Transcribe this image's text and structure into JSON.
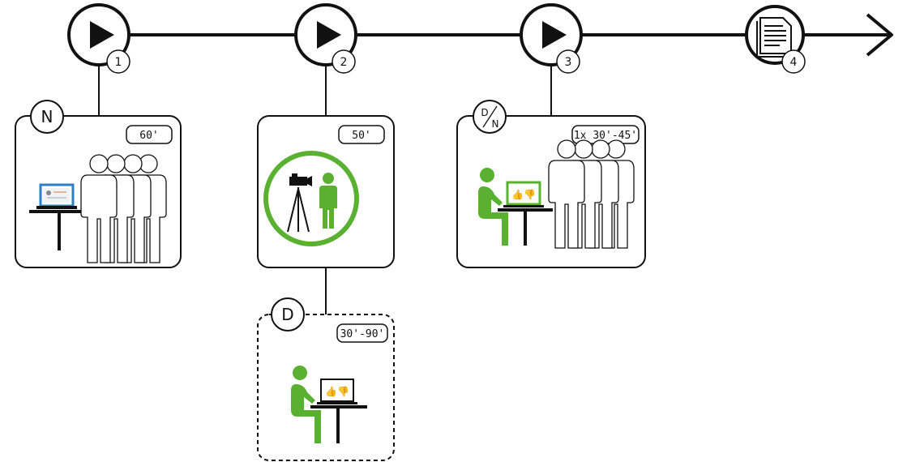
{
  "steps": [
    {
      "number": "1",
      "icon": "play-icon"
    },
    {
      "number": "2",
      "icon": "play-icon"
    },
    {
      "number": "3",
      "icon": "play-icon"
    },
    {
      "number": "4",
      "icon": "document-icon"
    }
  ],
  "cards": [
    {
      "badge": "N",
      "duration": "60'"
    },
    {
      "badge": "",
      "duration": "50'"
    },
    {
      "badge": "D/N",
      "badge_top": "D",
      "badge_bottom": "N",
      "duration": "1x 30'-45'"
    },
    {
      "badge": "D",
      "duration": "30'-90'"
    }
  ],
  "colors": {
    "accent_green": "#5ab031",
    "laptop_blue": "#2f7fc8",
    "ink": "#111111"
  }
}
